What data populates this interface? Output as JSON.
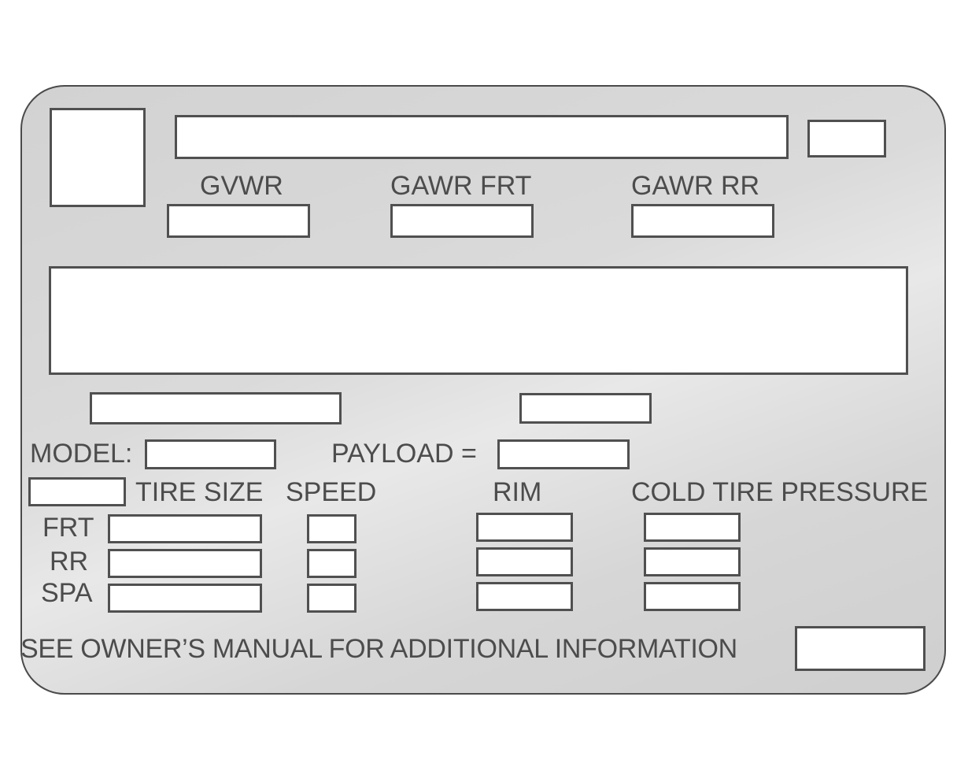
{
  "labels": {
    "gvwr": "GVWR",
    "gawr_frt": "GAWR FRT",
    "gawr_rr": "GAWR RR",
    "model": "MODEL:",
    "payload": "PAYLOAD =",
    "tire_size": "TIRE SIZE",
    "speed": "SPEED",
    "rim": "RIM",
    "cold_tire_pressure": "COLD TIRE PRESSURE",
    "row_frt": "FRT",
    "row_rr": "RR",
    "row_spa": "SPA",
    "footer": "SEE OWNER’S MANUAL FOR ADDITIONAL INFORMATION"
  }
}
